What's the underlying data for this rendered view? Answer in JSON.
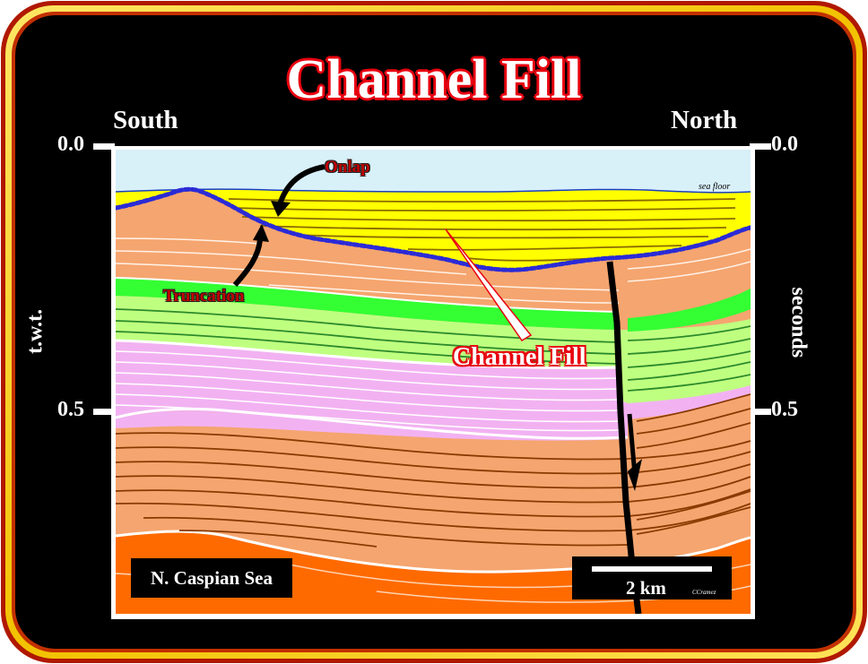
{
  "title": "Channel Fill",
  "orientation": {
    "left": "South",
    "right": "North"
  },
  "time_axis": {
    "left_label": "t.w.t.",
    "right_label": "seconds",
    "ticks": [
      "0.0",
      "0.5"
    ]
  },
  "annotations": {
    "onlap": "Onlap",
    "truncation": "Truncation",
    "channel_fill": "Channel Fill",
    "sea_floor": "sea floor"
  },
  "location": "N. Caspian Sea",
  "scale": "2 km",
  "credit": "CCramez",
  "colors": {
    "frame_gold": "#f2c200",
    "frame_red": "#c01000",
    "background": "#000000",
    "water": "#d8f0f8",
    "channel_fill": "#ffff00",
    "orange_layer": "#f5a56f",
    "green_layer": "#33ff33",
    "light_green_layer": "#bfff80",
    "pink_layer": "#f2b2f2",
    "deep_orange": "#ff6a00",
    "unconformity": "#2b2bd6",
    "title_outline": "#e8000f"
  }
}
